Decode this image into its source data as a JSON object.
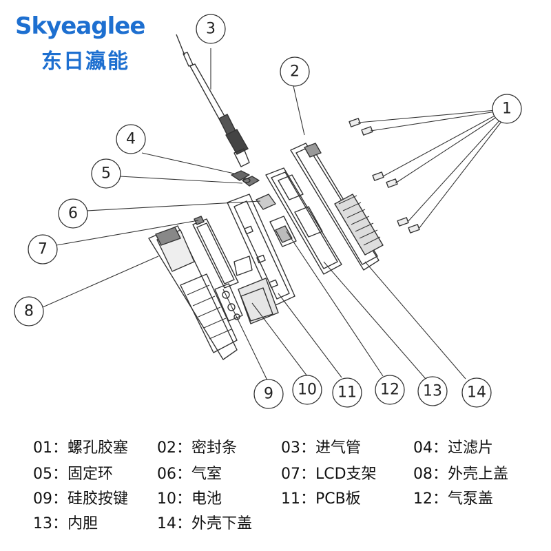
{
  "brand": {
    "name": "Skyeaglee",
    "chinese_name": "东日瀛能",
    "color": "#1d6fd0"
  },
  "callouts": [
    "1",
    "2",
    "3",
    "4",
    "5",
    "6",
    "7",
    "8",
    "9",
    "10",
    "11",
    "12",
    "13",
    "14"
  ],
  "legend": [
    {
      "text": "01：螺孔胶塞"
    },
    {
      "text": "02：密封条"
    },
    {
      "text": "03：进气管"
    },
    {
      "text": "04：过滤片"
    },
    {
      "text": "05：固定环"
    },
    {
      "text": "06：气室"
    },
    {
      "text": "07：LCD支架"
    },
    {
      "text": "08：外壳上盖"
    },
    {
      "text": "09：硅胶按键"
    },
    {
      "text": "10：电池"
    },
    {
      "text": "11：PCB板"
    },
    {
      "text": "12：气泵盖"
    },
    {
      "text": "13：内胆"
    },
    {
      "text": "14：外壳下盖"
    }
  ]
}
